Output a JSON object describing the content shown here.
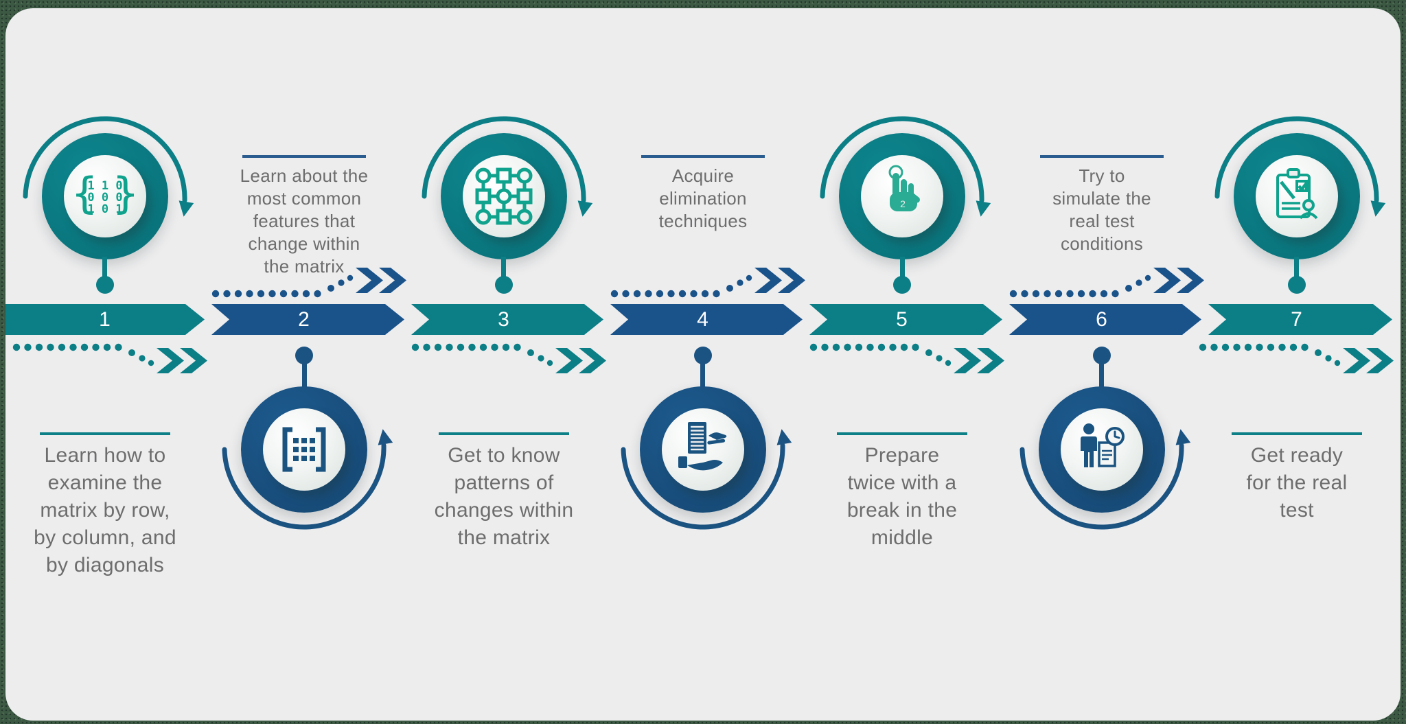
{
  "title": "7-step test preparation timeline",
  "palette": {
    "teal": "#0b7e86",
    "blue": "#1a538a",
    "icon_green": "#0fa28d",
    "icon_blue": "#1a5380",
    "text_gray": "#6d6d6d",
    "panel_background": "#EDEDEE",
    "outer_background": "#3c5943",
    "number_white": "#ffffff"
  },
  "icons": {
    "tap_count": "2",
    "binary_rows": [
      "1 1 0",
      "0 0 0",
      "1 0 1"
    ],
    "brace_left": "{",
    "brace_right": "}",
    "bracket_left": "[",
    "bracket_right": "]"
  },
  "steps": [
    {
      "number": "1",
      "theme": "teal",
      "circle_position": "above",
      "icon": "binary-matrix-icon",
      "lines": [
        "Learn how to",
        "examine the",
        "matrix by row,",
        "by column, and",
        "by diagonals"
      ]
    },
    {
      "number": "2",
      "theme": "blue",
      "circle_position": "below",
      "icon": "bracket-matrix-icon",
      "lines": [
        "Learn about the",
        "most common",
        "features that",
        "change within",
        "the matrix"
      ]
    },
    {
      "number": "3",
      "theme": "teal",
      "circle_position": "above",
      "icon": "grid-shapes-icon",
      "lines": [
        "Get to know",
        "patterns of",
        "changes within",
        "the matrix"
      ]
    },
    {
      "number": "4",
      "theme": "blue",
      "circle_position": "below",
      "icon": "hand-document-icon",
      "lines": [
        "Acquire",
        "elimination",
        "techniques"
      ]
    },
    {
      "number": "5",
      "theme": "teal",
      "circle_position": "above",
      "icon": "two-finger-tap-icon",
      "lines": [
        "Prepare",
        "twice with a",
        "break in the",
        "middle"
      ]
    },
    {
      "number": "6",
      "theme": "blue",
      "circle_position": "below",
      "icon": "person-schedule-icon",
      "lines": [
        "Try to",
        "simulate the",
        "real test",
        "conditions"
      ]
    },
    {
      "number": "7",
      "theme": "teal",
      "circle_position": "above",
      "icon": "clipboard-check-icon",
      "lines": [
        "Get ready",
        "for the real",
        "test"
      ]
    }
  ]
}
